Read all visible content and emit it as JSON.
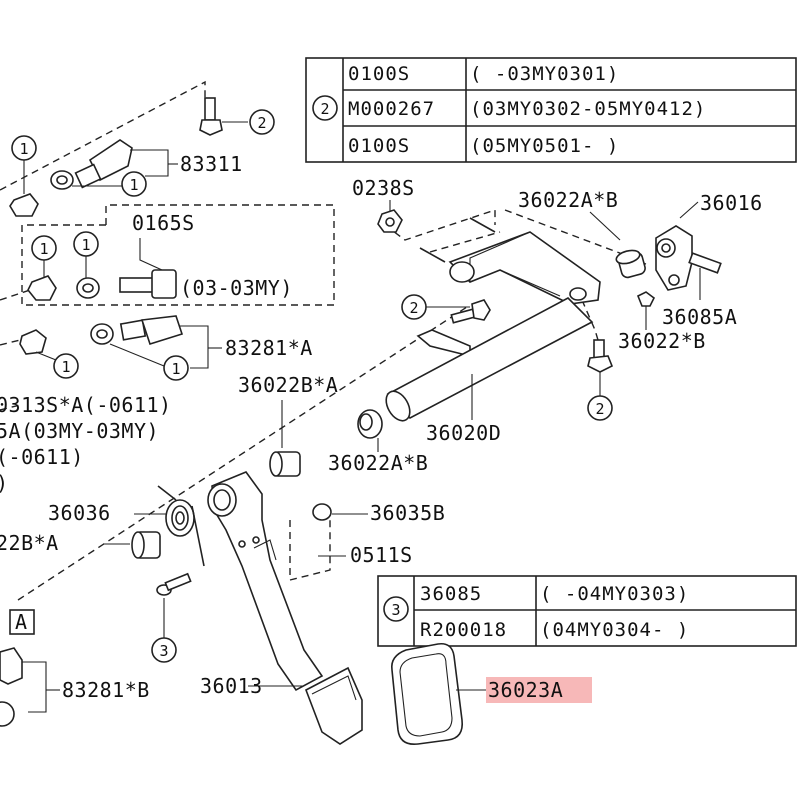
{
  "top_table": {
    "ref": "2",
    "rows": [
      {
        "part": "0100S",
        "range": "( -03MY0301)"
      },
      {
        "part": "M000267",
        "range": "(03MY0302-05MY0412)"
      },
      {
        "part": "0100S",
        "range": "(05MY0501- )"
      }
    ]
  },
  "bottom_table": {
    "ref": "3",
    "rows": [
      {
        "part": "36085",
        "range": "( -04MY0303)"
      },
      {
        "part": "R200018",
        "range": "(04MY0304- )"
      }
    ]
  },
  "labels": {
    "p83311": "83311",
    "p0165s": "0165S",
    "p0165s_range": "(03-03MY)",
    "p83281a": "83281*A",
    "p0313s": "0313S*A(-0611)",
    "p5a": "5A(03MY-03MY)",
    "p0611": "(-0611)",
    "p_paren": ")",
    "p0238s": "0238S",
    "p36022ab_top": "36022A*B",
    "p36016": "36016",
    "p36085a": "36085A",
    "p36022b_r": "36022*B",
    "p36022b_a": "36022B*A",
    "p36020d": "36020D",
    "p36022ab_mid": "36022A*B",
    "p36036": "36036",
    "p36035b": "36035B",
    "p22b_a": "22B*A",
    "p0511s": "0511S",
    "box_a": "A",
    "p83281b": "83281*B",
    "p36013": "36013",
    "p36023a": "36023A"
  },
  "callouts": {
    "one": "1",
    "two": "2",
    "three": "3"
  },
  "colors": {
    "highlight": "#f7b8b8",
    "line": "#222222"
  }
}
